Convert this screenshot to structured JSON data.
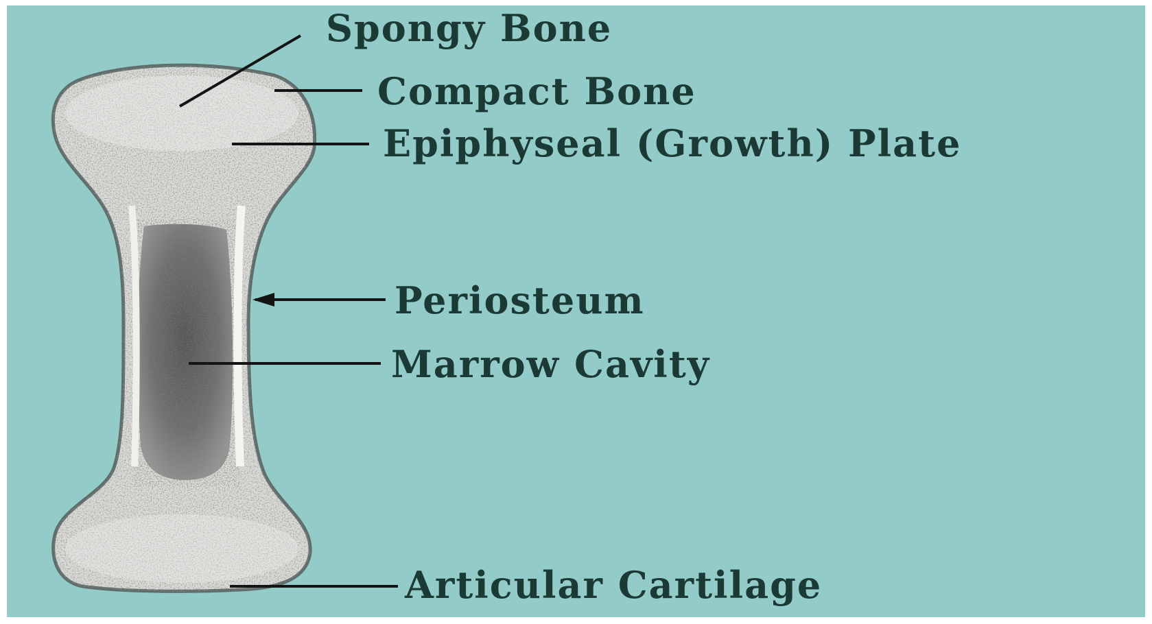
{
  "diagram": {
    "colors": {
      "background": "#93cbc8",
      "frame": "#ffffff",
      "bone_outline": "#5f6d6b",
      "bone_fill": "#d8d8d4",
      "marrow": "#545454",
      "leader_line": "#141414",
      "label": "#1c3a35"
    },
    "labels": {
      "spongy_bone": "Spongy Bone",
      "compact_bone": "Compact Bone",
      "epiphyseal_plate": "Epiphyseal (Growth) Plate",
      "periosteum": "Periosteum",
      "marrow_cavity": "Marrow Cavity",
      "articular_cartilage": "Articular Cartilage"
    }
  }
}
